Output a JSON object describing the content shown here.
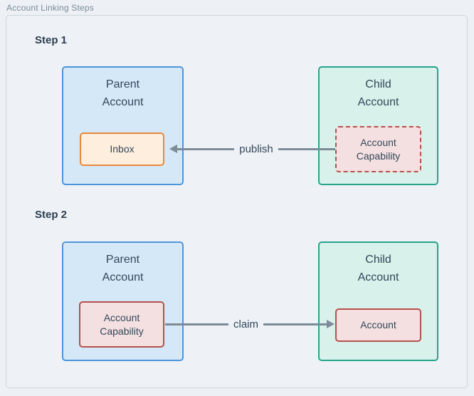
{
  "page": {
    "title": "Account Linking Steps"
  },
  "colors": {
    "background": "#edf1f5",
    "container_bg": "#eef2f6",
    "container_border": "#ccd5dd",
    "title_text": "#7b8a99",
    "heading_text": "#2d3e50",
    "box_text": "#33475b",
    "arrow": "#7d8b98",
    "parent_border": "#4e94da",
    "parent_fill": "#d5e8f8",
    "child_border": "#26a48c",
    "child_fill": "#d8f1ea",
    "inbox_border": "#e8883c",
    "inbox_fill": "#fdeede",
    "capability_border": "#b5504d",
    "capability_fill": "#f4e0e0"
  },
  "steps": [
    {
      "label": "Step 1",
      "parent": {
        "title": "Parent Account",
        "inner": "Inbox"
      },
      "child": {
        "title": "Child Account",
        "inner": "Account Capability",
        "inner_style": "dashed"
      },
      "arrow": {
        "label": "publish",
        "direction": "left"
      }
    },
    {
      "label": "Step 2",
      "parent": {
        "title": "Parent Account",
        "inner": "Account Capability",
        "inner_style": "solid"
      },
      "child": {
        "title": "Child Account",
        "inner": "Account"
      },
      "arrow": {
        "label": "claim",
        "direction": "right"
      }
    }
  ]
}
